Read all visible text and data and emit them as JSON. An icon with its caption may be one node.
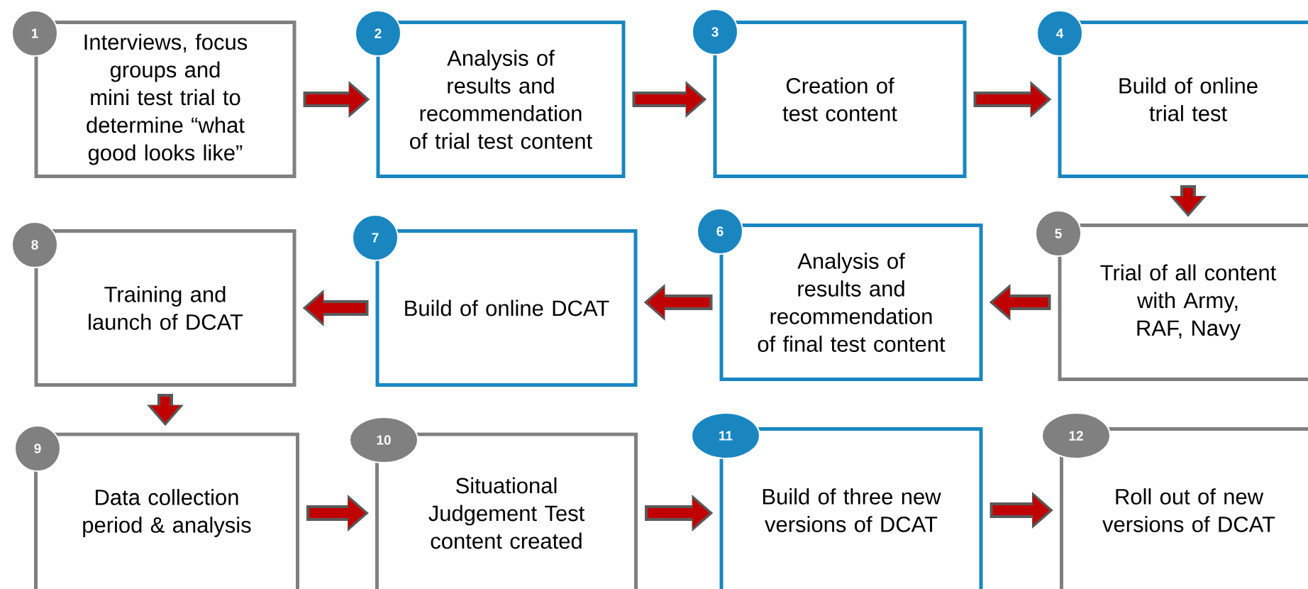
{
  "diagram": {
    "nodes": [
      {
        "text": [
          "1",
          "Interviews, focus groups and mini test trial to determine “what good looks like”"
        ]
      },
      {
        "text": [
          "2",
          "Analysis of results and recommendation of trial test content"
        ]
      },
      {
        "text": [
          "3",
          "Creation of test content"
        ]
      },
      {
        "text": [
          "4",
          "Build of online trial test"
        ]
      },
      {
        "text": [
          "5",
          "Trial of all content with Army, RAF, Navy"
        ]
      },
      {
        "text": [
          "6",
          "Analysis of results and recommendation of final test content"
        ]
      },
      {
        "text": [
          "7",
          "Build of online DCAT"
        ]
      },
      {
        "text": [
          "8",
          "Training and launch of DCAT"
        ]
      },
      {
        "text": [
          "9",
          "Data collection period & analysis"
        ]
      },
      {
        "text": [
          "10",
          "Situational Judgement Test content created"
        ]
      },
      {
        "text": [
          "11",
          "Build of three new versions of DCAT"
        ]
      },
      {
        "text": [
          "12",
          "Roll out of new versions of DCAT"
        ]
      }
    ],
    "edges": [
      {
        "from": 0,
        "to": 1,
        "arrow": "to"
      },
      {
        "from": 1,
        "to": 2,
        "arrow": "to"
      },
      {
        "from": 2,
        "to": 3,
        "arrow": "to"
      },
      {
        "from": 3,
        "to": 4,
        "arrow": "to"
      },
      {
        "from": 4,
        "to": 5,
        "arrow": "to"
      },
      {
        "from": 5,
        "to": 6,
        "arrow": "to"
      },
      {
        "from": 6,
        "to": 7,
        "arrow": "to"
      },
      {
        "from": 7,
        "to": 8,
        "arrow": "to"
      },
      {
        "from": 8,
        "to": 9,
        "arrow": "to"
      },
      {
        "from": 9,
        "to": 10,
        "arrow": "to"
      },
      {
        "from": 10,
        "to": 11,
        "arrow": "to"
      }
    ]
  }
}
